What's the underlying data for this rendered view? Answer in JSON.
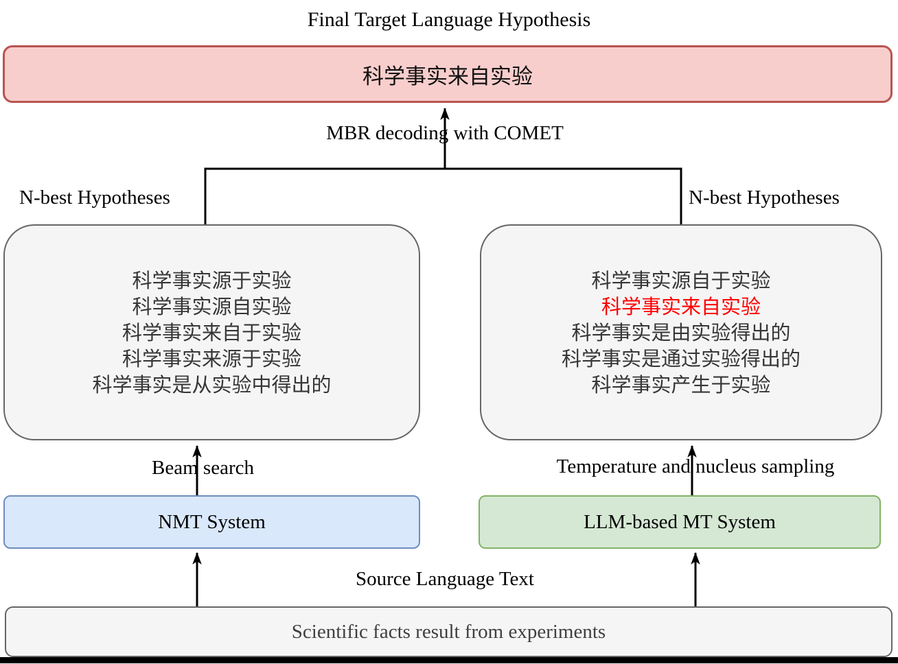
{
  "title": "Final Target Language Hypothesis",
  "final_box": {
    "text": "科学事实来自实验"
  },
  "labels": {
    "mbr": "MBR decoding with COMET",
    "nbest_left": "N-best Hypotheses",
    "nbest_right": "N-best Hypotheses",
    "beam": "Beam search",
    "sampling": "Temperature and nucleus sampling",
    "source": "Source Language Text"
  },
  "nmt_hypotheses": {
    "lines": [
      "科学事实源于实验",
      "科学事实源自实验",
      "科学事实来自于实验",
      "科学事实来源于实验",
      "科学事实是从实验中得出的"
    ]
  },
  "llm_hypotheses": {
    "lines": [
      "科学事实源自于实验",
      "科学事实来自实验",
      "科学事实是由实验得出的",
      "科学事实是通过实验得出的",
      "科学事实产生于实验"
    ],
    "highlight_index": 1
  },
  "systems": {
    "nmt": "NMT System",
    "llm": "LLM-based MT System"
  },
  "source_box": {
    "text": "Scientific facts result from experiments"
  },
  "colors": {
    "final_fill": "#f8cecc",
    "final_border": "#b85450",
    "hyp_fill": "#f5f5f5",
    "hyp_border": "#666666",
    "nmt_fill": "#dae8fc",
    "nmt_border": "#6c8ebf",
    "llm_fill": "#d5e8d4",
    "llm_border": "#82b366",
    "highlight": "#ff0000",
    "line": "#000000"
  }
}
